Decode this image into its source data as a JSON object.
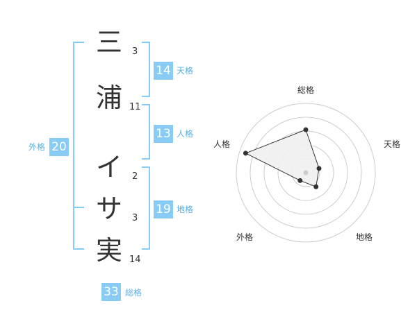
{
  "name": {
    "characters": [
      {
        "char": "三",
        "strokes": "3"
      },
      {
        "char": "浦",
        "strokes": "11"
      },
      {
        "char": "イ",
        "strokes": "2"
      },
      {
        "char": "サ",
        "strokes": "3"
      },
      {
        "char": "実",
        "strokes": "14"
      }
    ]
  },
  "kakusu": {
    "tenkaku": {
      "value": "14",
      "label": "天格"
    },
    "jinkaku": {
      "value": "13",
      "label": "人格"
    },
    "chikaku": {
      "value": "19",
      "label": "地格"
    },
    "gaikaku": {
      "value": "20",
      "label": "外格"
    },
    "soukaku": {
      "value": "33",
      "label": "総格"
    }
  },
  "radar": {
    "axes": [
      "総格",
      "天格",
      "地格",
      "外格",
      "人格"
    ],
    "values": [
      0.62,
      0.2,
      0.25,
      0.14,
      0.91
    ],
    "ring_levels": [
      0.2,
      0.4,
      0.6,
      0.8,
      1.0
    ],
    "fill_color": "#f0f0f0",
    "line_color": "#333333",
    "ring_color": "#cccccc"
  },
  "colors": {
    "accent": "#88ccf5",
    "accent_text": "#5bb0e4"
  }
}
